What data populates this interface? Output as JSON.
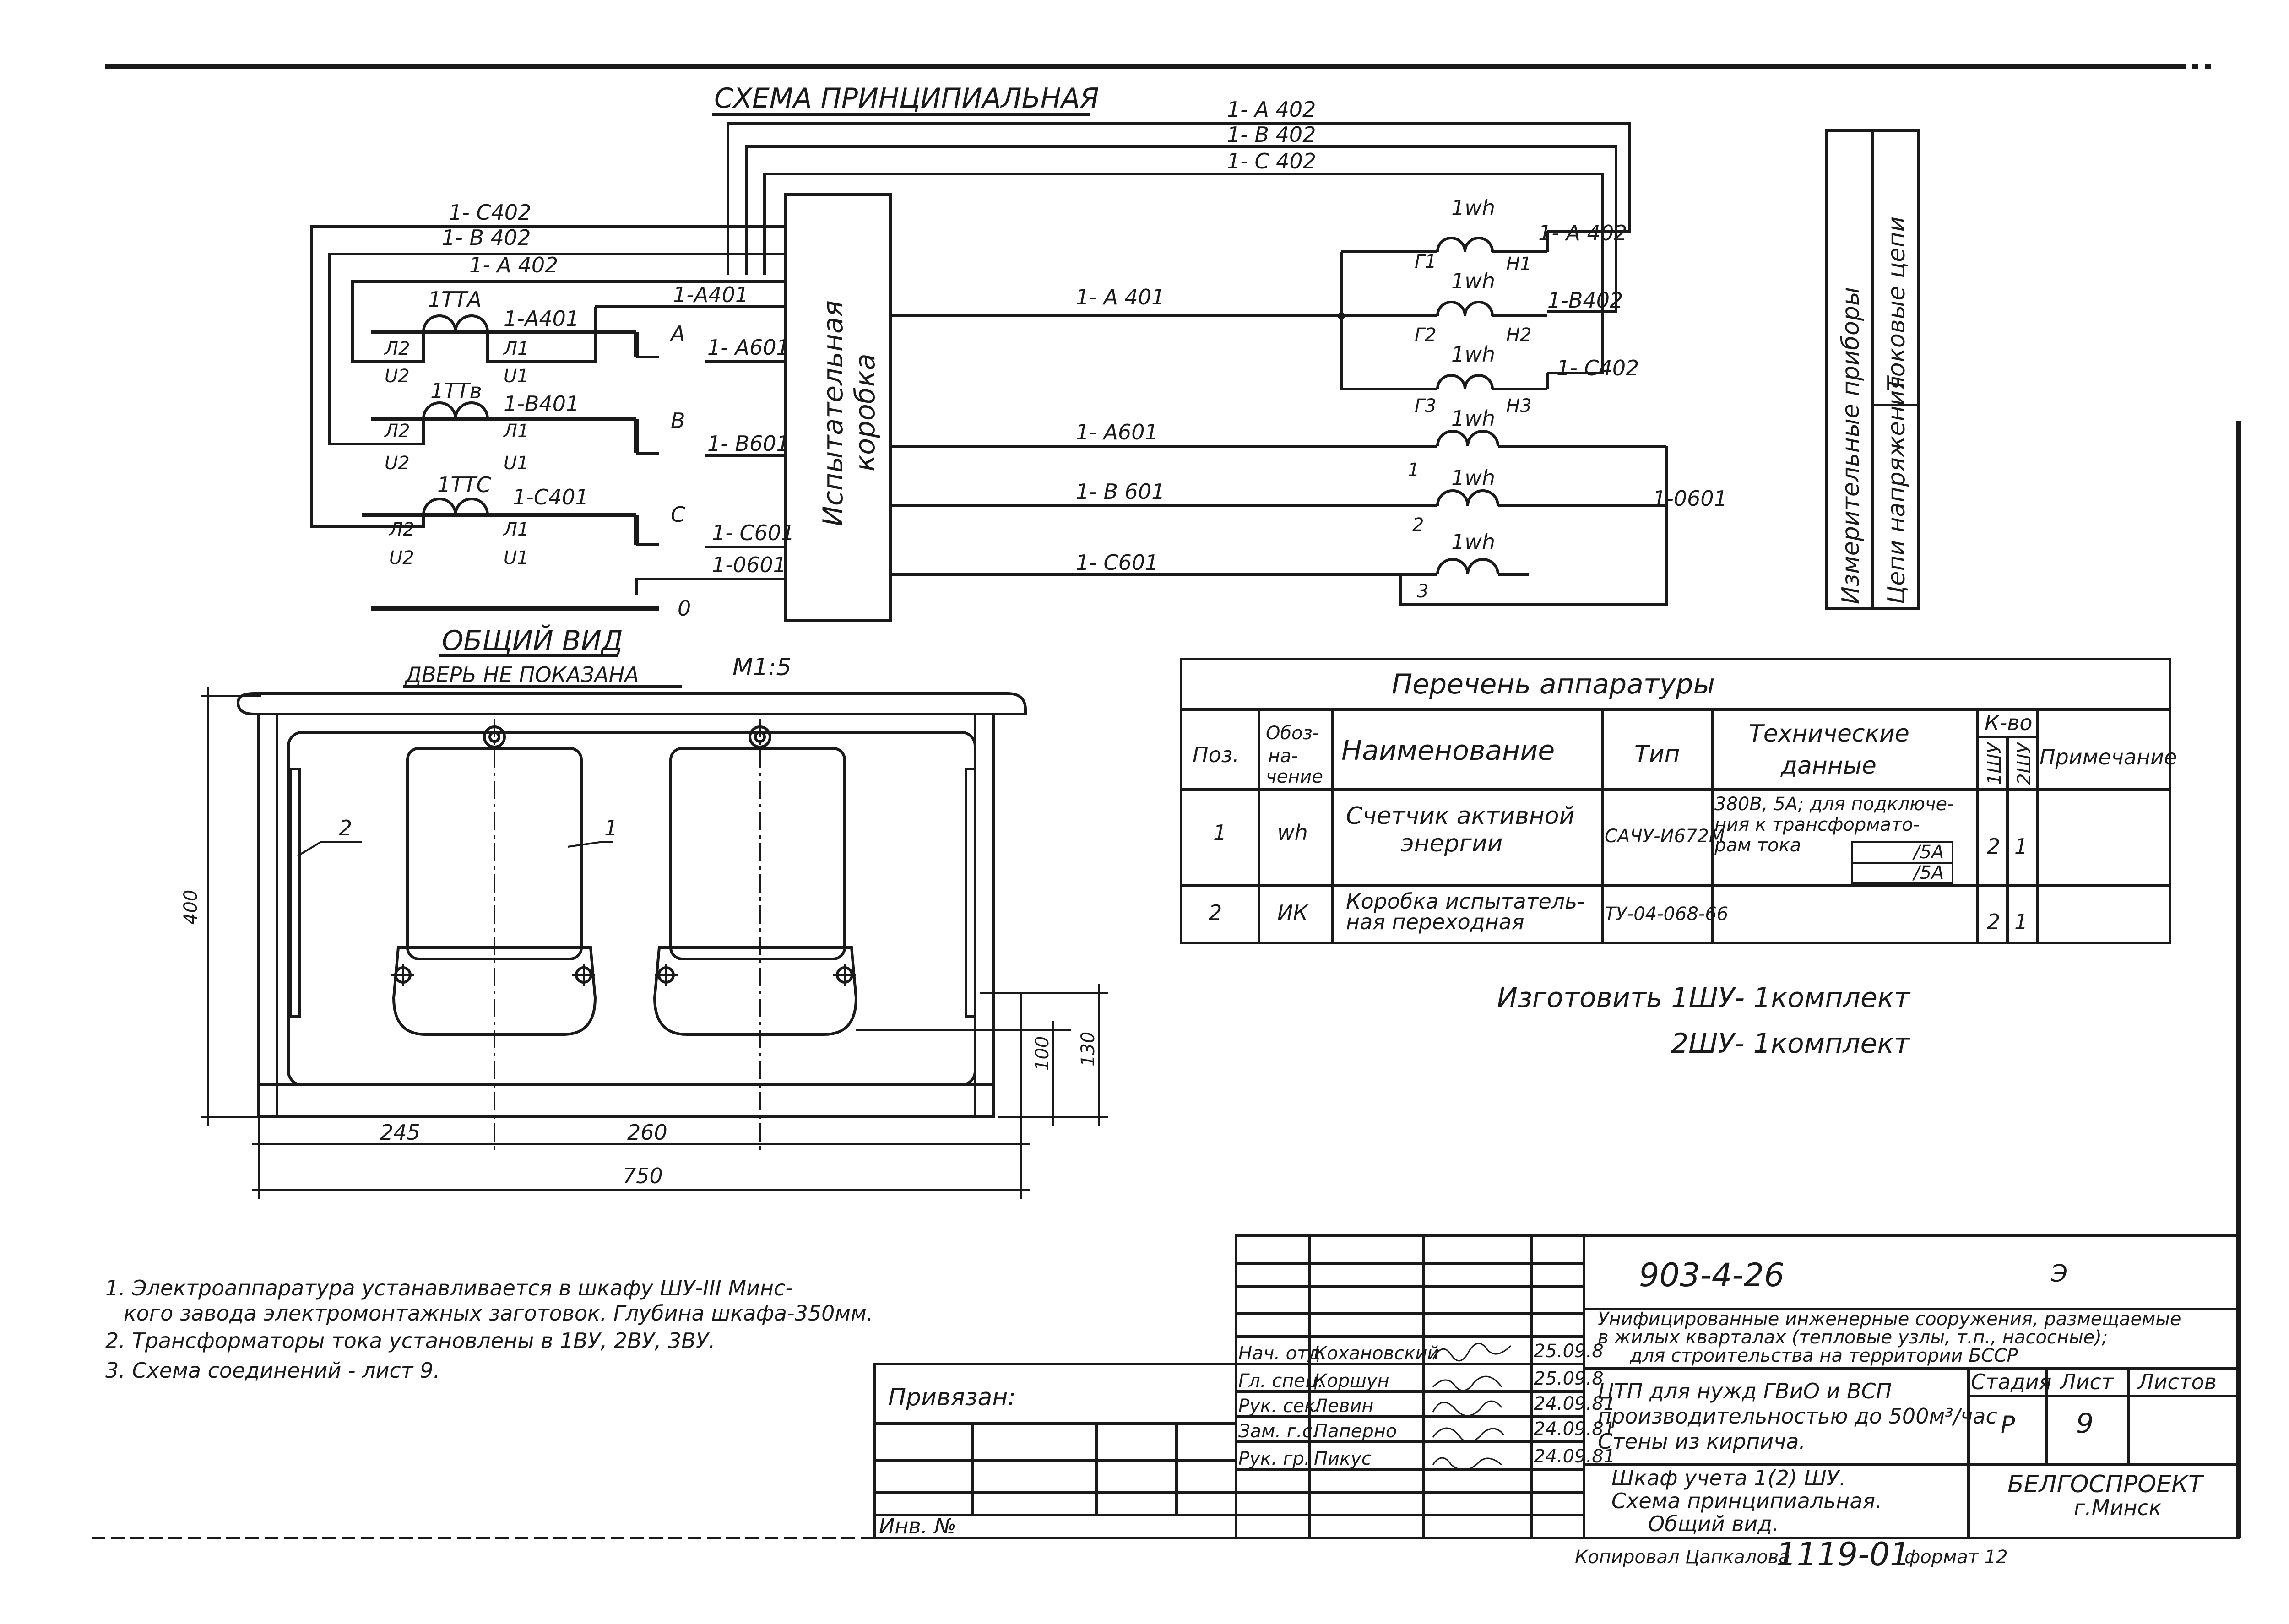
{
  "schematic": {
    "title": "СХЕМА ПРИНЦИПИАЛЬНАЯ",
    "box_label_1": "Испытательная",
    "box_label_2": "коробка",
    "top_wires": [
      "1- А 402",
      "1- В 402",
      "1- С 402"
    ],
    "left_wires": [
      "1- С402",
      "1- В 402",
      "1- А 402"
    ],
    "ct": [
      {
        "name": "1ТТА",
        "wire": "1-А401",
        "l2": "Л2",
        "l1": "Л1",
        "u2": "U2",
        "u1": "U1",
        "phase": "А",
        "out": "1- А601"
      },
      {
        "name": "1ТТв",
        "wire": "1-В401",
        "l2": "Л2",
        "l1": "Л1",
        "u2": "U2",
        "u1": "U1",
        "phase": "В",
        "out": "1- В601"
      },
      {
        "name": "1ТТС",
        "wire": "1-С401",
        "l2": "Л2",
        "l1": "Л1",
        "u2": "U2",
        "u1": "U1",
        "phase": "С",
        "out": "1- С601"
      }
    ],
    "box_in_a": "1-А401",
    "neutral_wire": "1-0601",
    "neutral_phase": "0",
    "mid_wires": [
      "1- А 401",
      "1- А601",
      "1- В 601",
      "1- С601"
    ],
    "meter_label": "1wh",
    "voltage_coils": [
      {
        "left": "Г1",
        "right": "Н1",
        "wire": "1- А 402"
      },
      {
        "left": "Г2",
        "right": "Н2",
        "wire": "1-В402"
      },
      {
        "left": "Г3",
        "right": "Н3",
        "wire": "1- С402"
      }
    ],
    "current_coils": [
      "1",
      "2",
      "3"
    ],
    "common_wire": "1-0601",
    "legend_1": "Измерительные приборы",
    "legend_2": "Токовые цепи",
    "legend_3": "Цепи напряжения"
  },
  "general_view": {
    "title": "ОБЩИЙ ВИД",
    "subtitle": "ДВЕРЬ НЕ ПОКАЗАНА",
    "scale": "М1:5",
    "dims": {
      "height": "400",
      "left": "245",
      "mid": "260",
      "total": "750",
      "d100": "100",
      "d130": "130"
    },
    "pos1": "1",
    "pos2": "2"
  },
  "apparatus": {
    "title": "Перечень аппаратуры",
    "headers": {
      "pos": "Поз.",
      "desig": "Обоз- на- чение",
      "name": "Наименование",
      "type": "Тип",
      "tech": "Технические данные",
      "qty": "К-во",
      "q1": "1ШУ",
      "q2": "2ШУ",
      "note": "Примечание"
    },
    "rows": [
      {
        "pos": "1",
        "desig": "wh",
        "name": "Счетчик активной энергии",
        "type": "САЧУ-И672М",
        "tech1": "380В, 5А; для подключе-",
        "tech2": "ния к трансформато-",
        "tech3": "рам тока",
        "frac1": "/5А",
        "frac2": "/5А",
        "q1": "2",
        "q2": "1",
        "note": ""
      },
      {
        "pos": "2",
        "desig": "ИК",
        "name": "Коробка испытатель- ная переходная",
        "type": "ТУ-04-068-66",
        "tech1": "",
        "q1": "2",
        "q2": "1",
        "note": ""
      }
    ]
  },
  "make": {
    "line1": "Изготовить   1ШУ- 1комплект",
    "line2": "2ШУ- 1комплект"
  },
  "notes": [
    "1. Электроаппаратура устанавливается в шкафу ШУ-III Минс-",
    "кого завода электромонтажных заготовок. Глубина шкафа-350мм.",
    "2. Трансформаторы тока установлены в 1ВУ, 2ВУ, 3ВУ.",
    "3. Схема соединений - лист 9."
  ],
  "title_block": {
    "doc_number": "903-4-26",
    "album": "Э",
    "series_1": "Унифицированные инженерные сооружения, размещаемые",
    "series_2": "в жилых кварталах (тепловые узлы, т.п., насосные);",
    "series_3": "для строительства на территории БССР",
    "object_1": "ЦТП для нужд ГВиО и ВСП",
    "object_2": "производительностью до 500м³/час",
    "object_3": "Стены из кирпича.",
    "sheet_1": "Шкаф учета 1(2) ШУ.",
    "sheet_2": "Схема принципиальная.",
    "sheet_3": "Общий вид.",
    "stage_h": "Стадия",
    "list_h": "Лист",
    "lists_h": "Листов",
    "stage": "Р",
    "list": "9",
    "org_1": "БЕЛГОСПРОЕКТ",
    "org_2": "г.Минск",
    "bound": "Привязан:",
    "inv": "Инв. №",
    "people": [
      {
        "role": "Нач. отд.",
        "name": "Кохановский",
        "date": "25.09.8"
      },
      {
        "role": "Гл. спец.",
        "name": "Коршун",
        "date": "25.09.8"
      },
      {
        "role": "Рук. сек.",
        "name": "Левин",
        "date": "24.09.81"
      },
      {
        "role": "Зам. г.с.",
        "name": "Паперно",
        "date": "24.09.81"
      },
      {
        "role": "Рук. гр.",
        "name": "Пикус",
        "date": "24.09.81"
      }
    ],
    "copied": "Копировал   Цапкалова",
    "copy_no": "1119-01",
    "format": "формат 12"
  }
}
